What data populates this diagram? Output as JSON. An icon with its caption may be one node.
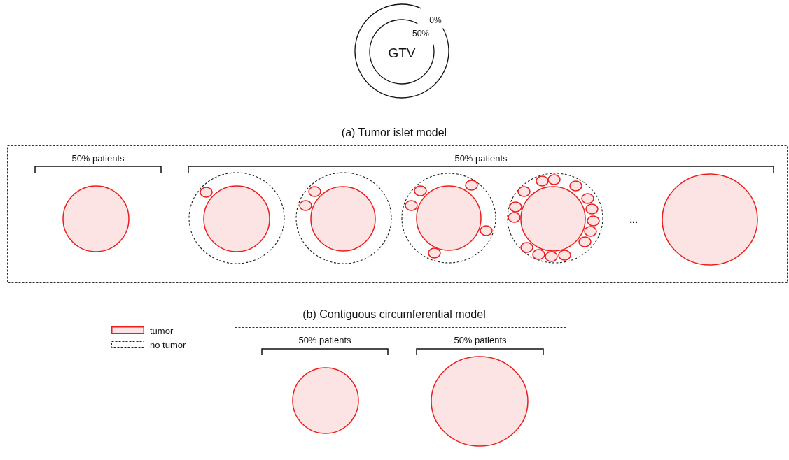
{
  "diagram": {
    "nodes": [
      {
        "text": [
          "0%"
        ]
      },
      {
        "text": [
          "50%",
          "GTV"
        ],
        "in": 0
      },
      {
        "text": [
          "(a) Tumor islet model"
        ]
      },
      {
        "text": [],
        "shape": "circle",
        "in": 2
      },
      {
        "text": [],
        "shape": "circle",
        "in": 2
      },
      {
        "text": [],
        "shape": "circle",
        "in": 4
      },
      {
        "text": [],
        "shape": "circle",
        "in": 4
      },
      {
        "text": [],
        "shape": "circle",
        "in": 2
      },
      {
        "text": [],
        "shape": "circle",
        "in": 7
      },
      {
        "text": [],
        "shape": "circle",
        "in": 7
      },
      {
        "text": [],
        "shape": "circle",
        "in": 7
      },
      {
        "text": [],
        "shape": "circle",
        "in": 2
      },
      {
        "text": [],
        "shape": "circle",
        "in": 11
      },
      {
        "text": [],
        "shape": "circle",
        "in": 11
      },
      {
        "text": [],
        "shape": "circle",
        "in": 11
      },
      {
        "text": [],
        "shape": "circle",
        "in": 11
      },
      {
        "text": [],
        "shape": "circle",
        "in": 11
      },
      {
        "text": [],
        "shape": "circle",
        "in": 11
      },
      {
        "text": [],
        "shape": "circle",
        "in": 2
      },
      {
        "text": [],
        "shape": "circle",
        "in": 18
      },
      {
        "text": [],
        "shape": "circle",
        "in": 18
      },
      {
        "text": [],
        "shape": "circle",
        "in": 18
      },
      {
        "text": [],
        "shape": "circle",
        "in": 18
      },
      {
        "text": [],
        "shape": "circle",
        "in": 18
      },
      {
        "text": [],
        "shape": "circle",
        "in": 18
      },
      {
        "text": [],
        "shape": "circle",
        "in": 18
      },
      {
        "text": [],
        "shape": "circle",
        "in": 18
      },
      {
        "text": [],
        "shape": "circle",
        "in": 18
      },
      {
        "text": [],
        "shape": "circle",
        "in": 18
      },
      {
        "text": [],
        "shape": "circle",
        "in": 18
      },
      {
        "text": [],
        "shape": "circle",
        "in": 18
      },
      {
        "text": [],
        "shape": "circle",
        "in": 18
      },
      {
        "text": [],
        "shape": "circle",
        "in": 18
      },
      {
        "text": [],
        "shape": "circle",
        "in": 18
      },
      {
        "text": [],
        "shape": "circle",
        "in": 18
      },
      {
        "text": [],
        "shape": "circle",
        "in": 2
      },
      {
        "text": [
          "(b) Contiguous circumferential model"
        ]
      },
      {
        "text": [],
        "shape": "circle",
        "in": 36
      },
      {
        "text": [],
        "shape": "circle",
        "in": 36
      }
    ],
    "labels": [
      "50% patients",
      "50% patients",
      "...",
      "50% patients",
      "50% patients"
    ],
    "legend": [
      {
        "text": "tumor",
        "color": "#fde4e4"
      },
      {
        "text": "no tumor"
      }
    ]
  }
}
